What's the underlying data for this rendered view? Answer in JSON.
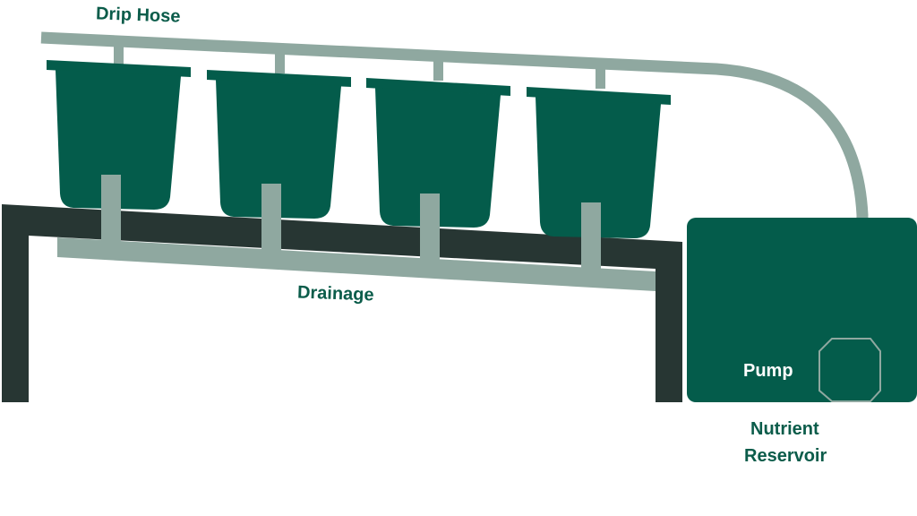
{
  "labels": {
    "drip_hose": "Drip Hose",
    "drainage": "Drainage",
    "pump": "Pump",
    "reservoir_line1": "Nutrient",
    "reservoir_line2": "Reservoir"
  },
  "colors": {
    "pot": "#045c4b",
    "hose": "#8fa8a0",
    "frame": "#273633",
    "reservoir": "#045c4b",
    "label": "#0b5c4a",
    "background": "#ffffff"
  },
  "components": {
    "pots_count": 4
  }
}
